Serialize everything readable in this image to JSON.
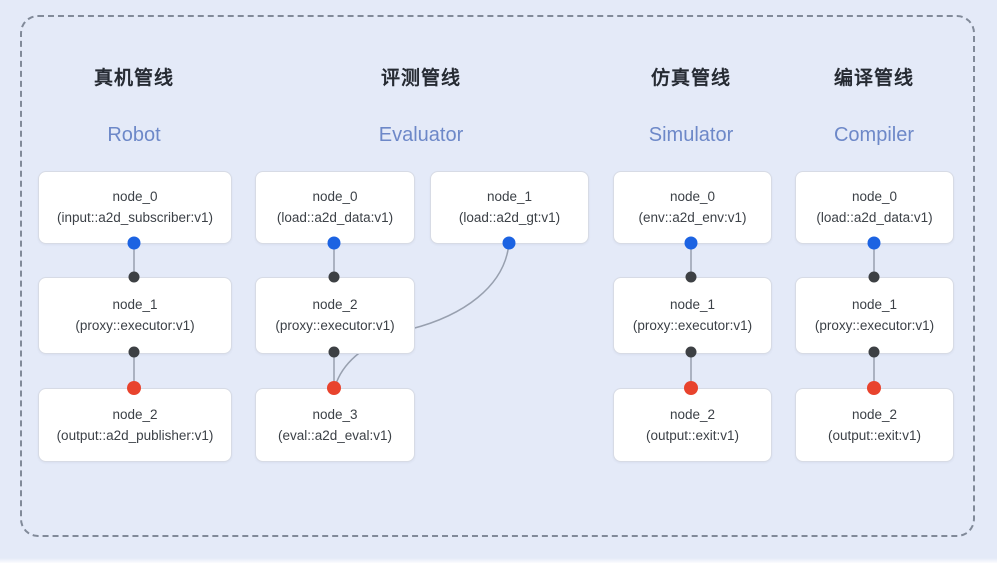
{
  "diagram": {
    "background_color": "#e4eaf8",
    "group_border_color": "#818a99",
    "edge_color": "#98a0af",
    "node_border_color": "#d7dbe5",
    "port_colors": {
      "source_output_port": "#1c63e2",
      "executor_port": "#3d4044",
      "sink_input_port": "#e8432d"
    },
    "subtitle_color": "#6d88c8"
  },
  "pipelines": [
    {
      "title": "真机管线",
      "subtitle": "Robot",
      "nodes": [
        {
          "name": "node_0",
          "type": "(input::a2d_subscriber:v1)"
        },
        {
          "name": "node_1",
          "type": "(proxy::executor:v1)"
        },
        {
          "name": "node_2",
          "type": "(output::a2d_publisher:v1)"
        }
      ],
      "edges": [
        {
          "from": "node_0",
          "to": "node_1"
        },
        {
          "from": "node_1",
          "to": "node_2"
        }
      ]
    },
    {
      "title": "评测管线",
      "subtitle": "Evaluator",
      "nodes": [
        {
          "name": "node_0",
          "type": "(load::a2d_data:v1)"
        },
        {
          "name": "node_1",
          "type": "(load::a2d_gt:v1)"
        },
        {
          "name": "node_2",
          "type": "(proxy::executor:v1)"
        },
        {
          "name": "node_3",
          "type": "(eval::a2d_eval:v1)"
        }
      ],
      "edges": [
        {
          "from": "node_0",
          "to": "node_2"
        },
        {
          "from": "node_1",
          "to": "node_3"
        },
        {
          "from": "node_2",
          "to": "node_3"
        }
      ]
    },
    {
      "title": "仿真管线",
      "subtitle": "Simulator",
      "nodes": [
        {
          "name": "node_0",
          "type": "(env::a2d_env:v1)"
        },
        {
          "name": "node_1",
          "type": "(proxy::executor:v1)"
        },
        {
          "name": "node_2",
          "type": "(output::exit:v1)"
        }
      ],
      "edges": [
        {
          "from": "node_0",
          "to": "node_1"
        },
        {
          "from": "node_1",
          "to": "node_2"
        }
      ]
    },
    {
      "title": "编译管线",
      "subtitle": "Compiler",
      "nodes": [
        {
          "name": "node_0",
          "type": "(load::a2d_data:v1)"
        },
        {
          "name": "node_1",
          "type": "(proxy::executor:v1)"
        },
        {
          "name": "node_2",
          "to": "",
          "type": "(output::exit:v1)"
        }
      ],
      "edges": [
        {
          "from": "node_0",
          "to": "node_1"
        },
        {
          "from": "node_1",
          "to": "node_2"
        }
      ]
    }
  ]
}
